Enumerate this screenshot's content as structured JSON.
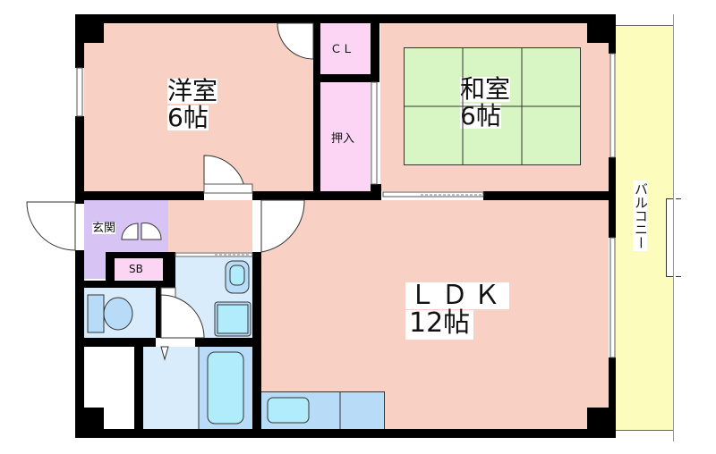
{
  "floorplan": {
    "rooms": {
      "western_room": {
        "name": "洋室",
        "size": "6帖"
      },
      "japanese_room": {
        "name": "和室",
        "size": "6帖"
      },
      "ldk": {
        "name": "ＬＤＫ",
        "size": "12帖"
      },
      "closet": {
        "name": "ＣＬ"
      },
      "oshiire": {
        "name": "押入"
      },
      "genkan": {
        "name": "玄関"
      },
      "shoe_box": {
        "name": "SB"
      },
      "balcony": {
        "name": "バルコニー"
      }
    },
    "colors": {
      "room_pink": "#f8d0c4",
      "tatami_green": "#d8f5c4",
      "closet_pink": "#fcd4f4",
      "genkan_purple": "#d8c4f4",
      "wet_blue": "#d8ecfc",
      "fixture_blue": "#b8dcf8",
      "fixture_cyan": "#b0ecfc",
      "balcony_yellow": "#fcfcbc",
      "wall": "#000000"
    }
  }
}
